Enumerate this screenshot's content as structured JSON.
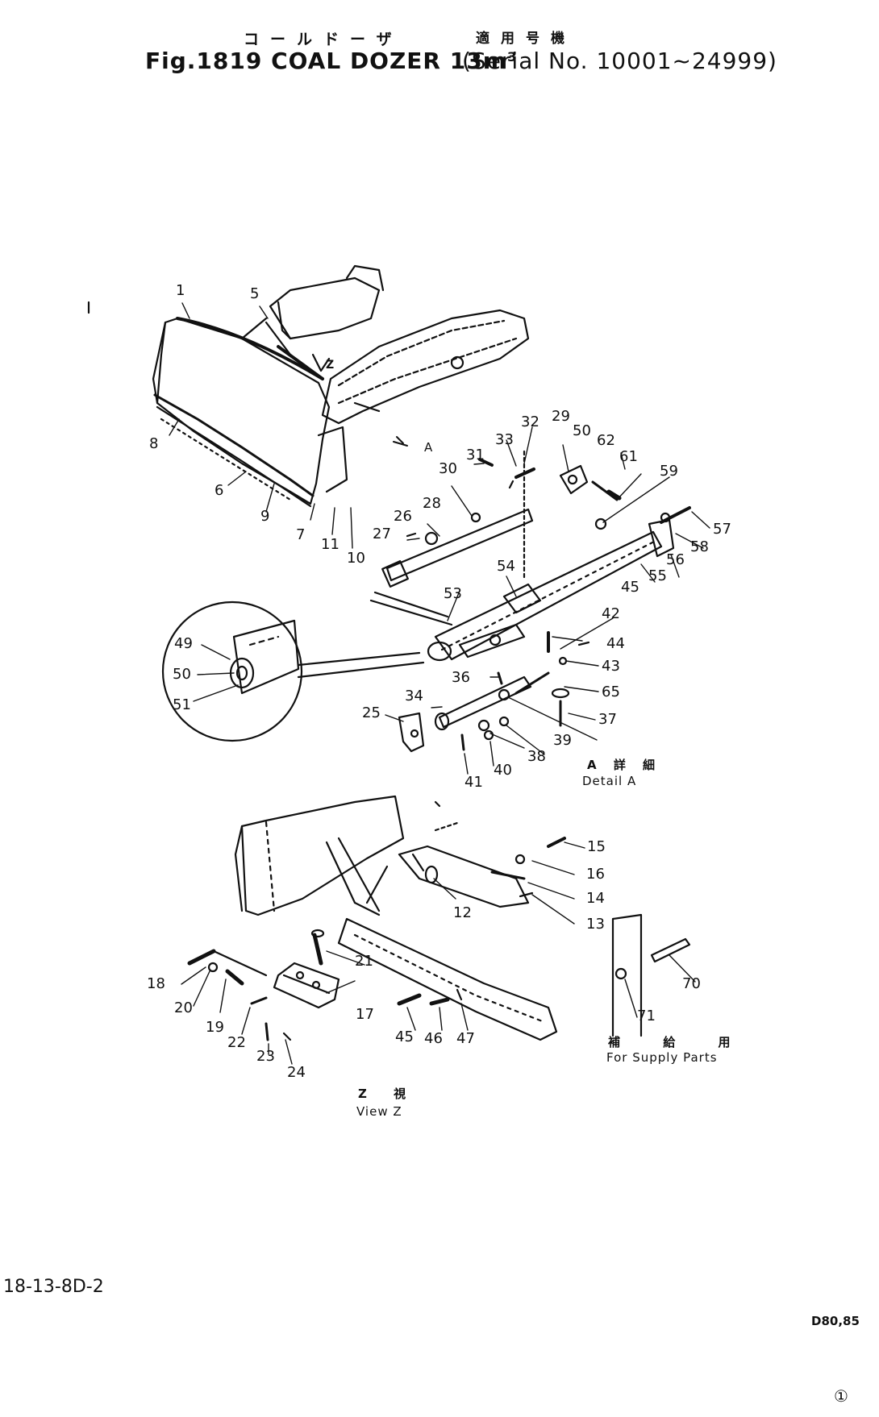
{
  "header": {
    "jp_line1": "コールドーザ",
    "jp_line2": "適用号機",
    "figure_title": "Fig.1819 COAL DOZER 13m³",
    "serial_range": "(Serial No. 10001~24999)"
  },
  "detail_a": {
    "jp_label": "A 詳 細",
    "label": "Detail A",
    "pointer_letter": "A"
  },
  "view_z": {
    "jp_label": "Z 視",
    "label": "View Z",
    "pointer_letter": "Z"
  },
  "supply_parts": {
    "jp_label": "補 給 用",
    "label": "For Supply Parts"
  },
  "callouts": {
    "c1": "1",
    "c5": "5",
    "c8": "8",
    "c6": "6",
    "c9": "9",
    "c7": "7",
    "c11": "11",
    "c10": "10",
    "c12": "12",
    "c13": "13",
    "c14": "14",
    "c15": "15",
    "c16": "16",
    "c17": "17",
    "c18": "18",
    "c19": "19",
    "c20": "20",
    "c21": "21",
    "c22": "22",
    "c23": "23",
    "c24": "24",
    "c25": "25",
    "c26": "26",
    "c27": "27",
    "c28": "28",
    "c29": "29",
    "c30": "30",
    "c31": "31",
    "c32": "32",
    "c33": "33",
    "c34": "34",
    "c36": "36",
    "c37": "37",
    "c38": "38",
    "c39": "39",
    "c40": "40",
    "c41": "41",
    "c42": "42",
    "c43": "43",
    "c44": "44",
    "c45a": "45",
    "c45b": "45",
    "c46": "46",
    "c47": "47",
    "c49": "49",
    "c50a": "50",
    "c50b": "50",
    "c51": "51",
    "c53": "53",
    "c54": "54",
    "c55": "55",
    "c56": "56",
    "c57": "57",
    "c58": "58",
    "c59": "59",
    "c61": "61",
    "c62": "62",
    "c65": "65",
    "c70": "70",
    "c71": "71"
  },
  "footer": {
    "drawing_code": "18-13-8D-2",
    "date_code": "D80,85",
    "page_mark": "①"
  }
}
